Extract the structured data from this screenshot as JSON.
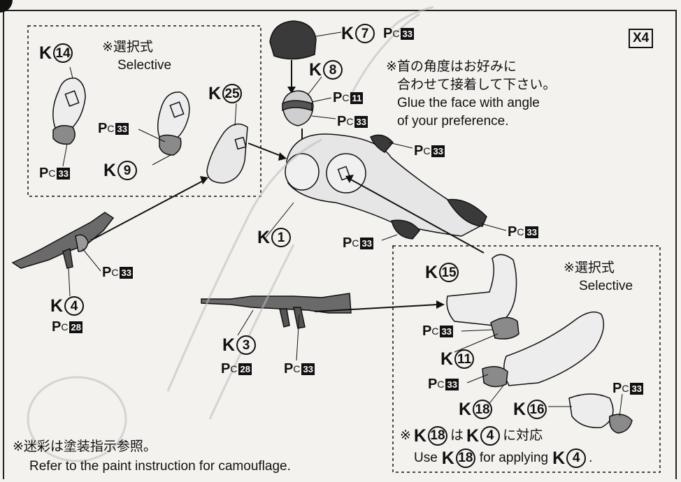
{
  "multiplier": "X4",
  "selective_left": {
    "jp": "※選択式",
    "en": "Selective"
  },
  "selective_right": {
    "jp": "※選択式",
    "en": "Selective"
  },
  "neck_note": {
    "jp1": "※首の角度はお好みに",
    "jp2": "合わせて接着して下さい。",
    "en1": "Glue the face with angle",
    "en2": "of your preference."
  },
  "parts": {
    "k14": {
      "letter": "K",
      "num": "14"
    },
    "k9": {
      "letter": "K",
      "num": "9"
    },
    "k25": {
      "letter": "K",
      "num": "25"
    },
    "k7": {
      "letter": "K",
      "num": "7"
    },
    "k8": {
      "letter": "K",
      "num": "8"
    },
    "k1": {
      "letter": "K",
      "num": "1"
    },
    "k4": {
      "letter": "K",
      "num": "4"
    },
    "k3": {
      "letter": "K",
      "num": "3"
    },
    "k15": {
      "letter": "K",
      "num": "15"
    },
    "k11": {
      "letter": "K",
      "num": "11"
    },
    "k18": {
      "letter": "K",
      "num": "18"
    },
    "k16": {
      "letter": "K",
      "num": "16"
    }
  },
  "paint": {
    "p": "P",
    "c": "C",
    "c33": "33",
    "c11": "11",
    "c28": "28"
  },
  "k18_note": {
    "line1_prefix": "※",
    "line1_mid": "は",
    "line1_suffix": "に対応",
    "line2_prefix": "Use",
    "line2_mid": "for applying",
    "line2_suffix": "."
  },
  "camo_note": {
    "jp": "※迷彩は塗装指示参照。",
    "en": "Refer to the paint instruction for camouflage."
  }
}
